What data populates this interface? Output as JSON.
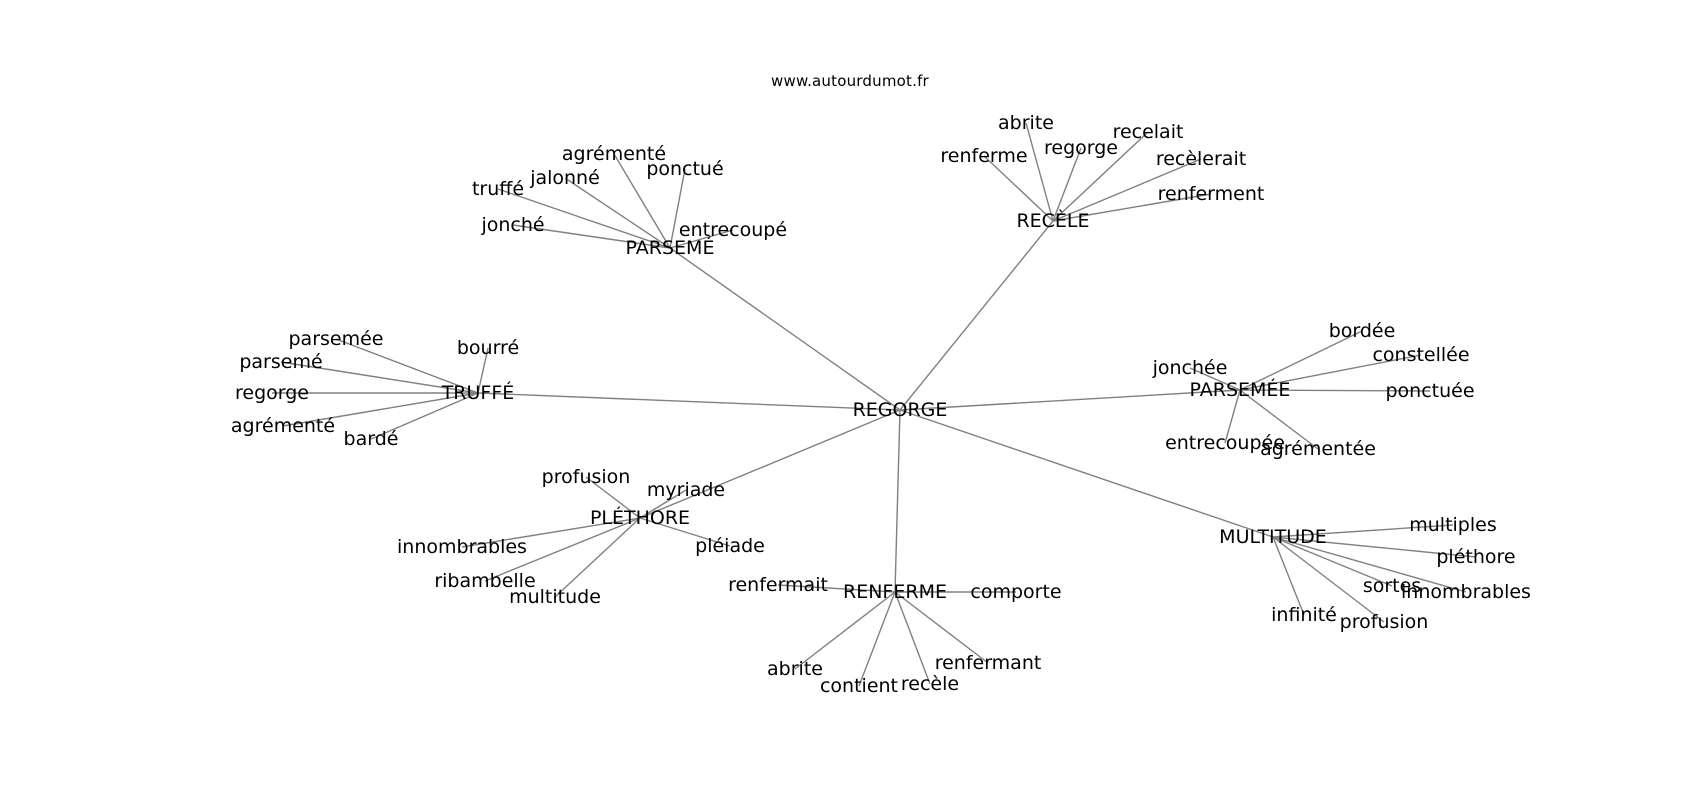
{
  "watermark": "www.autourdumot.fr",
  "colors": {
    "background": "#ffffff",
    "edge": "#808080",
    "text": "#000000"
  },
  "graph": {
    "center": "REGORGE",
    "hubs": [
      {
        "label": "RECÈLE",
        "leaves": [
          "abrite",
          "renferme",
          "regorge",
          "recelait",
          "recèlerait",
          "renferment"
        ]
      },
      {
        "label": "PARSEMÉ",
        "leaves": [
          "agrémenté",
          "jalonné",
          "ponctué",
          "truffé",
          "jonché",
          "entrecoupé"
        ]
      },
      {
        "label": "TRUFFÉ",
        "leaves": [
          "parsemée",
          "parsemé",
          "regorge",
          "agrémenté",
          "bardé",
          "bourré"
        ]
      },
      {
        "label": "PARSEMÉE",
        "leaves": [
          "bordée",
          "constellée",
          "jonchée",
          "ponctuée",
          "entrecoupée",
          "agrémentée"
        ]
      },
      {
        "label": "PLÉTHORE",
        "leaves": [
          "profusion",
          "myriade",
          "innombrables",
          "pléiade",
          "ribambelle",
          "multitude"
        ]
      },
      {
        "label": "RENFERME",
        "leaves": [
          "renfermait",
          "comporte",
          "abrite",
          "renfermant",
          "contient",
          "recèle"
        ]
      },
      {
        "label": "MULTITUDE",
        "leaves": [
          "multiples",
          "pléthore",
          "sortes",
          "innombrables",
          "infinité",
          "profusion"
        ]
      }
    ]
  }
}
